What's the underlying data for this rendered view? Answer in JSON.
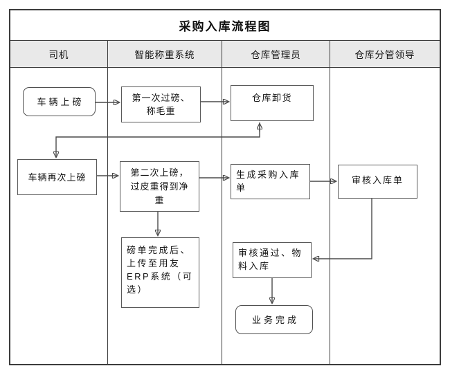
{
  "title": "采购入库流程图",
  "lanes": [
    {
      "label": "司机"
    },
    {
      "label": "智能称重系统"
    },
    {
      "label": "仓库管理员"
    },
    {
      "label": "仓库分管领导"
    }
  ],
  "nodes": [
    {
      "id": "vehicle-on-scale",
      "lane": "司机",
      "shape": "rounded",
      "label": "车辆上磅"
    },
    {
      "id": "first-weighing-gross",
      "lane": "智能称重系统",
      "shape": "rect",
      "label": "第一次过磅、\n称毛重"
    },
    {
      "id": "warehouse-unloading",
      "lane": "仓库管理员",
      "shape": "rect",
      "label": "仓库卸货"
    },
    {
      "id": "vehicle-reweigh",
      "lane": "司机",
      "shape": "rect",
      "label": "车辆再次上磅"
    },
    {
      "id": "second-weighing-net",
      "lane": "智能称重系统",
      "shape": "rect",
      "label": "第二次上磅，\n过皮重得到净\n重"
    },
    {
      "id": "generate-inbound-order",
      "lane": "仓库管理员",
      "shape": "rect",
      "label": "生成采购入库\n单"
    },
    {
      "id": "review-inbound-order",
      "lane": "仓库分管领导",
      "shape": "rect",
      "label": "审核入库单"
    },
    {
      "id": "upload-to-erp",
      "lane": "智能称重系统",
      "shape": "rect",
      "label": "磅单完成后、\n上传至用友\nERP系统（可\n选）"
    },
    {
      "id": "approved-material-in",
      "lane": "仓库管理员",
      "shape": "rect",
      "label": "审核通过、物\n料入库"
    },
    {
      "id": "business-complete",
      "lane": "仓库管理员",
      "shape": "rounded",
      "label": "业务完成"
    }
  ],
  "colors": {
    "background": "#ffffff",
    "frame_border": "#3c3c3c",
    "lane_header_bg": "#e9e9e9",
    "node_border": "#595959",
    "connector": "#4a4a4a",
    "text": "#111111"
  }
}
